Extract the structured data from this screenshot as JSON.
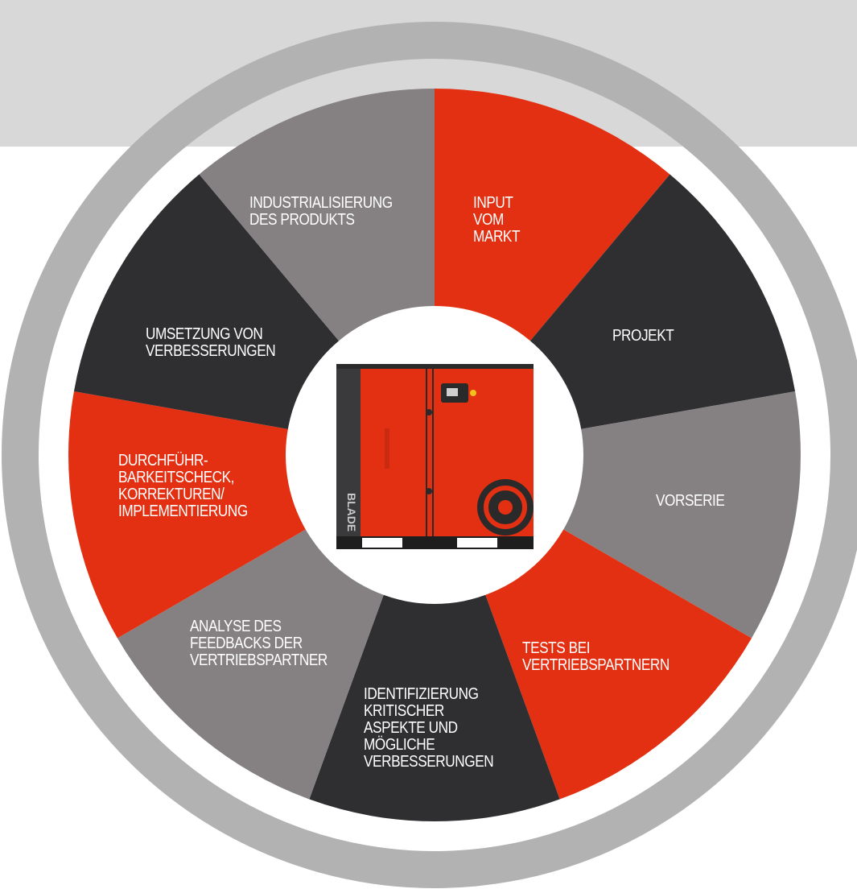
{
  "colors": {
    "red": "#e33012",
    "dark": "#2f2f31",
    "grey": "#858182",
    "ring": "#b3b2b2",
    "band": "#d9d8d8"
  },
  "segments": [
    {
      "id": "input",
      "label": "INPUT\nVOM\nMARKT",
      "color": "red"
    },
    {
      "id": "projekt",
      "label": "PROJEKT",
      "color": "dark"
    },
    {
      "id": "vorserie",
      "label": "VORSERIE",
      "color": "grey"
    },
    {
      "id": "tests",
      "label": "TESTS BEI\nVERTRIEBSPARTNERN",
      "color": "red"
    },
    {
      "id": "identifizierung",
      "label": "IDENTIFIZIERUNG\nKRITISCHER\nASPEKTE UND\nMÖGLICHE\nVERBESSERUNGEN",
      "color": "dark"
    },
    {
      "id": "analyse",
      "label": "ANALYSE DES\nFEEDBACKS DER\nVERTRIEBSPARTNER",
      "color": "grey"
    },
    {
      "id": "durchfuehrbarkeit",
      "label": "DURCHFÜHR-\nBARKEITSCHECK,\nKORREKTUREN/\nIMPLEMENTIERUNG",
      "color": "red"
    },
    {
      "id": "umsetzung",
      "label": "UMSETZUNG VON\nVERBESSERUNGEN",
      "color": "dark"
    },
    {
      "id": "industrialisierung",
      "label": "INDUSTRIALISIERUNG\nDES PRODUKTS",
      "color": "grey"
    }
  ],
  "product": {
    "brand": "BLADE",
    "image_icon": "air-compressor-icon"
  }
}
